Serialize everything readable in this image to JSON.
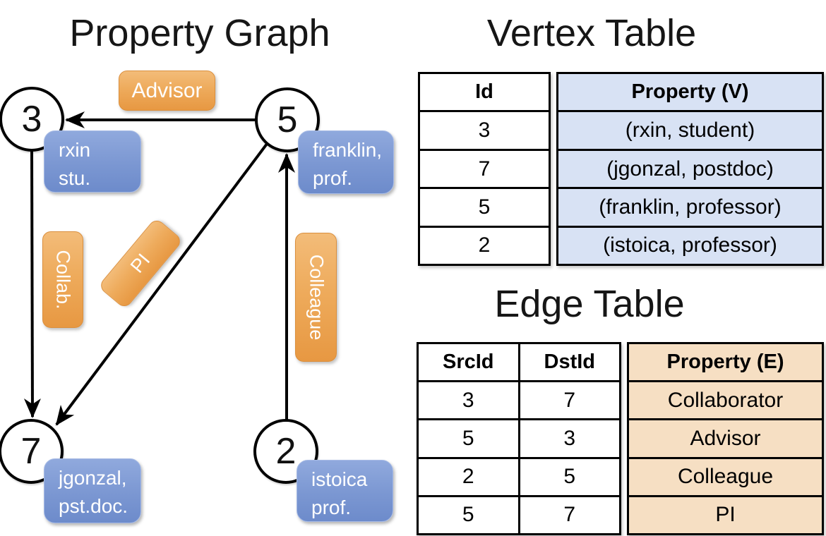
{
  "titles": {
    "graph": "Property Graph",
    "vertex_table": "Vertex Table",
    "edge_table": "Edge Table"
  },
  "graph": {
    "vertices": [
      {
        "id": "3",
        "label_line1": "rxin",
        "label_line2": "stu."
      },
      {
        "id": "5",
        "label_line1": "franklin,",
        "label_line2": "prof."
      },
      {
        "id": "7",
        "label_line1": "jgonzal,",
        "label_line2": "pst.doc."
      },
      {
        "id": "2",
        "label_line1": "istoica",
        "label_line2": "prof."
      }
    ],
    "edge_labels": {
      "advisor": "Advisor",
      "collab": "Collab.",
      "pi": "PI",
      "colleague": "Colleague"
    }
  },
  "vertex_table": {
    "headers": {
      "id": "Id",
      "property": "Property (V)"
    },
    "rows": [
      {
        "id": "3",
        "property": "(rxin, student)"
      },
      {
        "id": "7",
        "property": "(jgonzal, postdoc)"
      },
      {
        "id": "5",
        "property": "(franklin, professor)"
      },
      {
        "id": "2",
        "property": "(istoica, professor)"
      }
    ]
  },
  "edge_table": {
    "headers": {
      "src": "SrcId",
      "dst": "DstId",
      "property": "Property (E)"
    },
    "rows": [
      {
        "src": "3",
        "dst": "7",
        "property": "Collaborator"
      },
      {
        "src": "5",
        "dst": "3",
        "property": "Advisor"
      },
      {
        "src": "2",
        "dst": "5",
        "property": "Colleague"
      },
      {
        "src": "5",
        "dst": "7",
        "property": "PI"
      }
    ]
  },
  "colors": {
    "edge_label_orange": "#e79842",
    "vertex_label_blue": "#7b97d2",
    "vertex_table_fill": "#d8e2f4",
    "edge_table_fill": "#f6dfc3",
    "line_black": "#000000"
  }
}
